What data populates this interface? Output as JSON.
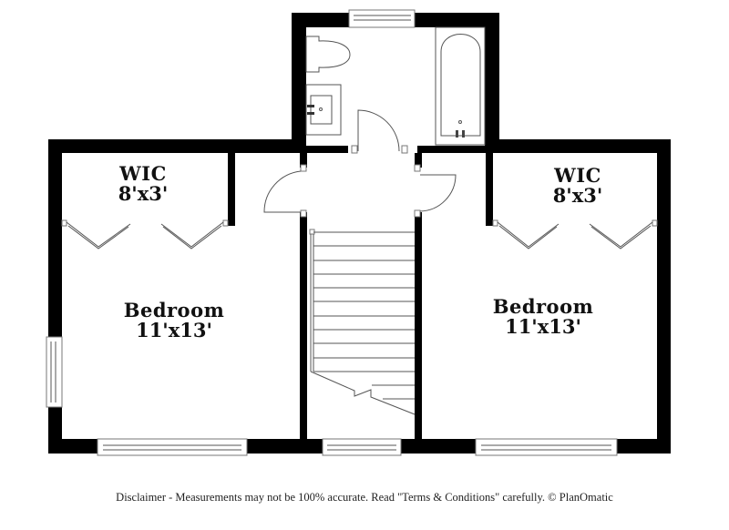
{
  "floor_plan": {
    "rooms": [
      {
        "id": "wic-left",
        "name": "WIC",
        "dimensions": "8'x3'"
      },
      {
        "id": "wic-right",
        "name": "WIC",
        "dimensions": "8'x3'"
      },
      {
        "id": "bedroom-left",
        "name": "Bedroom",
        "dimensions": "11'x13'"
      },
      {
        "id": "bedroom-right",
        "name": "Bedroom",
        "dimensions": "11'x13'"
      }
    ],
    "fixtures": [
      "toilet",
      "sink-vanity",
      "bathtub",
      "staircase"
    ],
    "colors": {
      "walls": "#000000",
      "fixtures": "#555555",
      "background": "#ffffff"
    }
  },
  "footer": {
    "disclaimer": "Disclaimer - Measurements may not be 100% accurate. Read \"Terms & Conditions\" carefully. © PlanOmatic"
  }
}
